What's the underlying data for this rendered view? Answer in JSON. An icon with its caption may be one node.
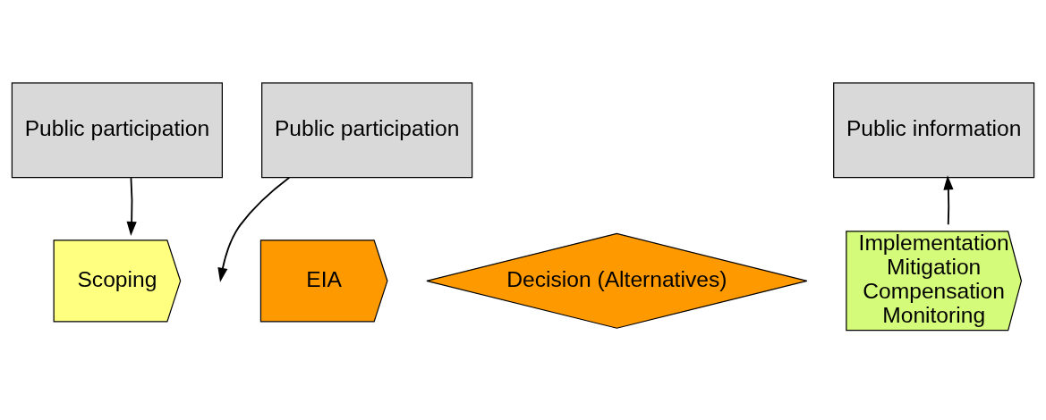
{
  "diagram": {
    "nodes": [
      {
        "text": [
          "Public participation"
        ]
      },
      {
        "text": [
          "Public participation"
        ]
      },
      {
        "text": [
          "Public information"
        ]
      },
      {
        "text": [
          "Scoping"
        ]
      },
      {
        "text": [
          "EIA"
        ]
      },
      {
        "text": [
          "Decision (Alternatives)"
        ]
      },
      {
        "text": [
          "Implementation",
          "Mitigation",
          "Compensation",
          "Monitoring"
        ]
      }
    ],
    "edges": [
      {
        "from": 0,
        "to": 3,
        "arrow": "to"
      },
      {
        "from": 1,
        "to": null,
        "arrow": "to"
      },
      {
        "from": 6,
        "to": 2,
        "arrow": "to"
      }
    ]
  }
}
